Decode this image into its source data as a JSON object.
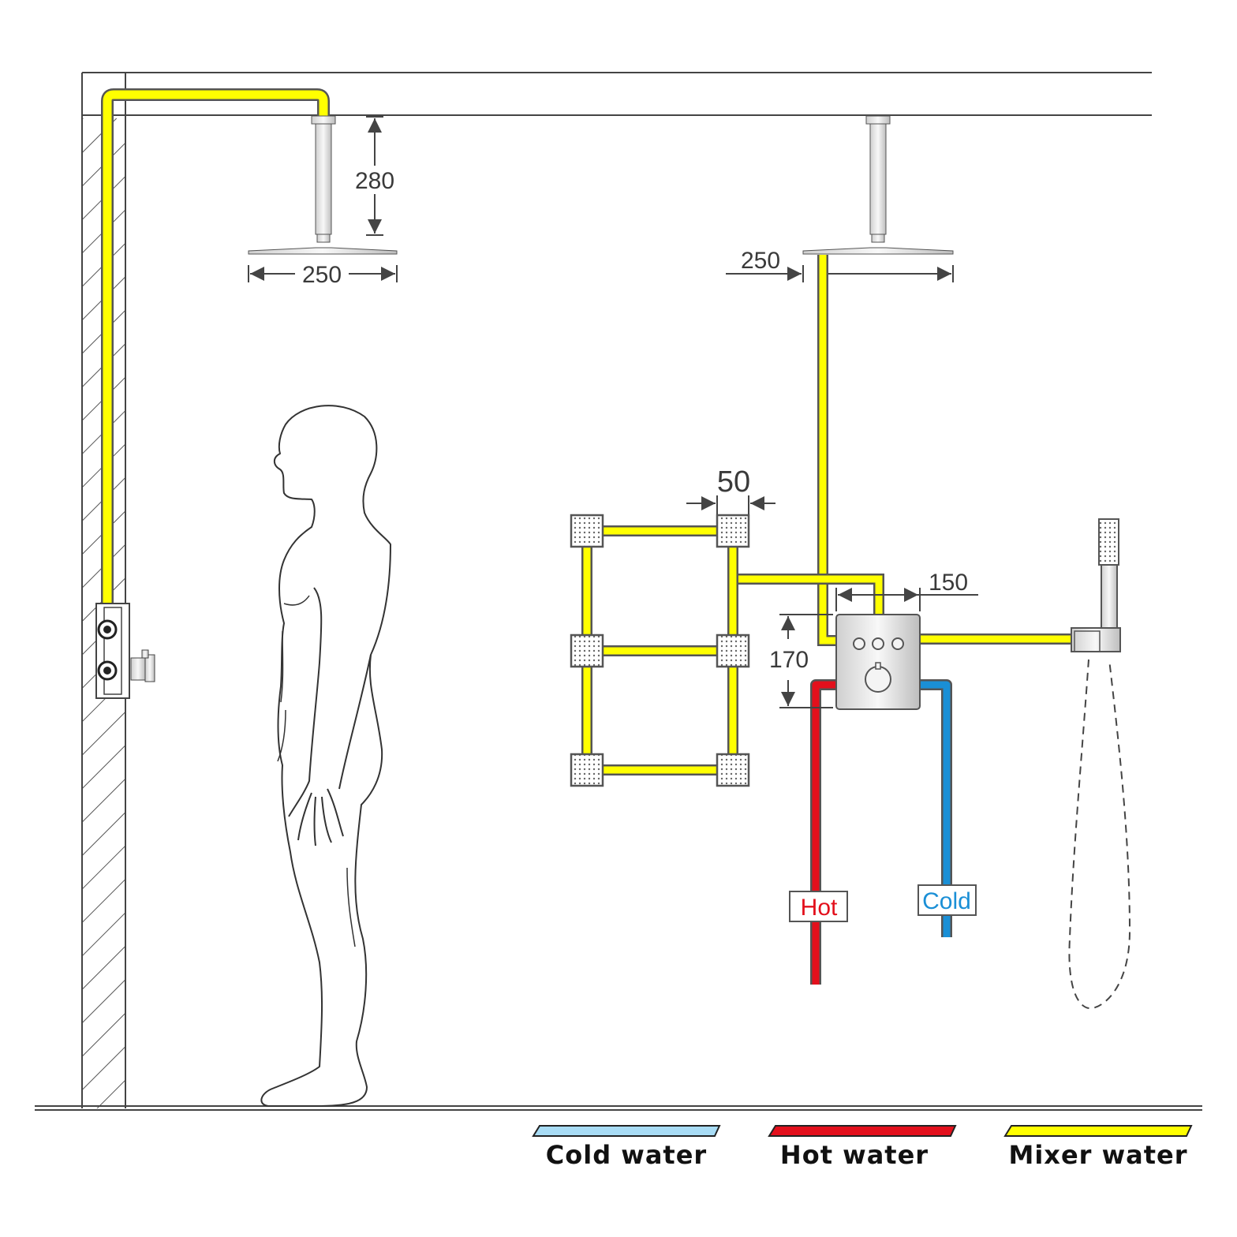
{
  "dimensions": {
    "overhead_arm_length": "280",
    "left_head_width": "250",
    "right_head_width": "250",
    "body_jet_spacing": "50",
    "valve_offset": "150",
    "valve_height": "170"
  },
  "supply_labels": {
    "hot": "Hot",
    "cold": "Cold"
  },
  "legend": {
    "cold": "Cold water",
    "hot": "Hot water",
    "mixer": "Mixer water"
  },
  "colors": {
    "cold": "#1a8fd6",
    "cold_legend": "#a8dcf5",
    "hot": "#e3101c",
    "mixer": "#ffff00",
    "line": "#444444"
  }
}
